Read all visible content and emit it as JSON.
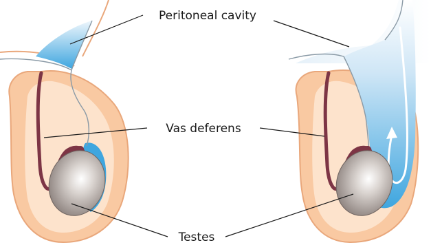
{
  "labels": {
    "peritoneal_cavity": "Peritoneal cavity",
    "vas_deferens": "Vas deferens",
    "testes": "Testes"
  },
  "colors": {
    "skin_outer": "#f9c9a2",
    "skin_inner": "#fde3cc",
    "outline": "#e9a77b",
    "peritoneum_light": "#dcecf9",
    "peritoneum_blue": "#3fa6df",
    "vas_deferens": "#7d3545",
    "testis_light": "#ffffff",
    "testis_dark": "#857a76",
    "leader_line": "#1a1a1a"
  },
  "panels": [
    {
      "state": "processus vaginalis closed"
    },
    {
      "state": "processus vaginalis open"
    }
  ]
}
